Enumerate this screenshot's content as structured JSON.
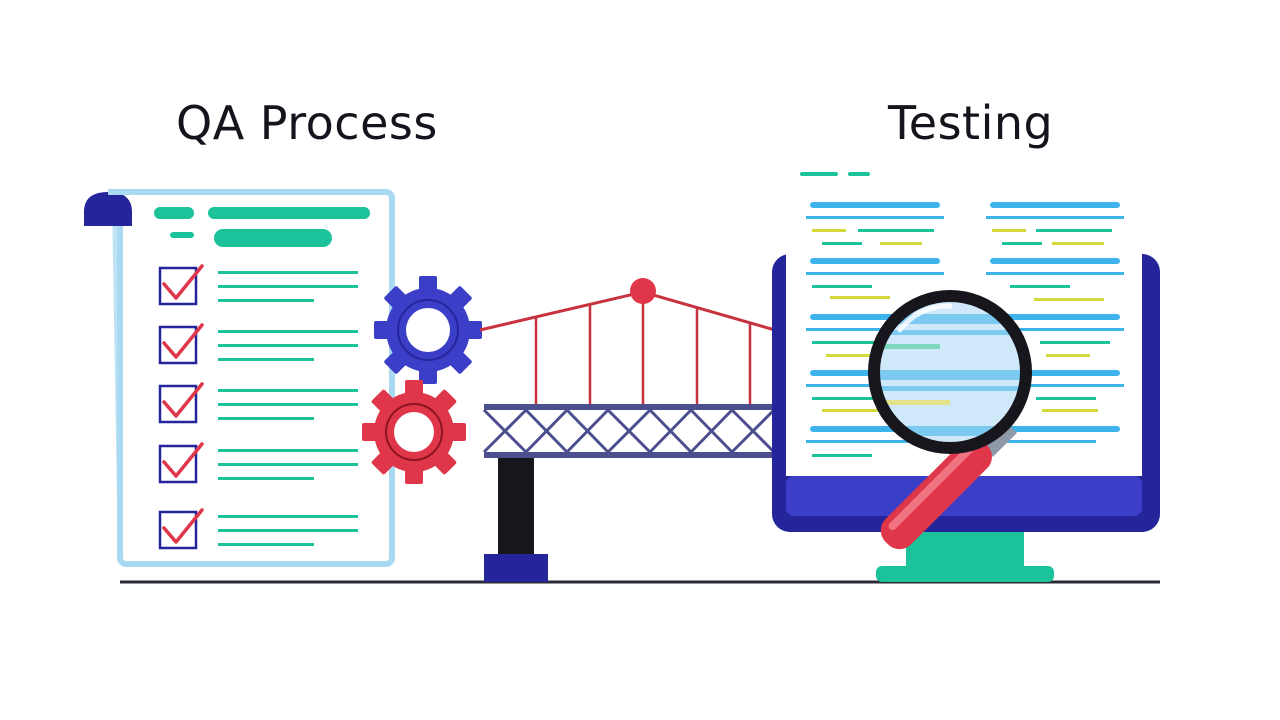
{
  "titles": {
    "left": "QA Process",
    "right": "Testing"
  },
  "checklist": {
    "items": 5,
    "checked": [
      true,
      true,
      true,
      true,
      true
    ]
  },
  "colors": {
    "navy": "#24259a",
    "blue": "#3b3fc8",
    "red": "#e0364a",
    "teal": "#1cc39a",
    "sky": "#3fb4ec",
    "yellow": "#d4d83a",
    "ink": "#16161c",
    "steel": "#4b4f8e"
  },
  "icons": [
    "document-icon",
    "checkbox-icon",
    "gear-icon",
    "bridge-icon",
    "monitor-icon",
    "magnifier-icon"
  ]
}
